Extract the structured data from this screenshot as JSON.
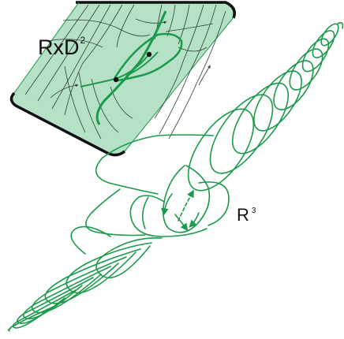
{
  "labels": {
    "solid_torus": {
      "base": "RxD",
      "exponent": "2"
    },
    "space": {
      "base": "R",
      "exponent": "3"
    }
  },
  "colors": {
    "knot_green": "#1a9a4a",
    "plate_fill": "#b5e2c6",
    "plate_edge": "#111111",
    "flow_line": "#2f3f34"
  }
}
